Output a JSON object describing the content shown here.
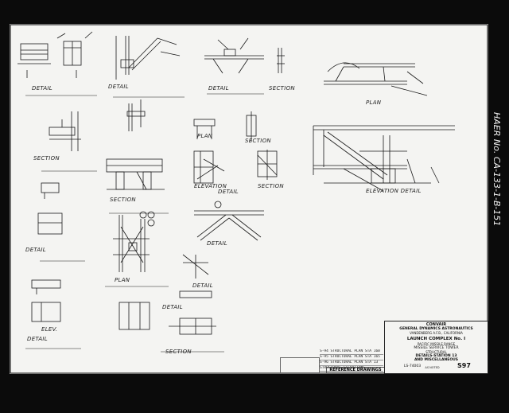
{
  "labels": {
    "detail_a": "DETAIL",
    "detail_1": "DETAIL",
    "section_b": "SECTION",
    "section_2": "SECTION",
    "plan_1": "PLAN",
    "plan_2": "PLAN",
    "section_3": "SECTION",
    "elevation_1": "ELEVATION",
    "detail_c": "DETAIL",
    "section_c": "SECTION",
    "elevation_detail": "ELEVATION DETAIL",
    "detail_4": "DETAIL",
    "detail_5": "DETAIL",
    "detail_6": "DETAIL",
    "plan_3": "PLAN",
    "elev": "ELEV.",
    "detail_7": "DETAIL",
    "detail_8": "DETAIL",
    "section_9": "SECTION"
  },
  "title_block": {
    "company_top": "CONVAIR",
    "company": "GENERAL DYNAMICS ASTRONAUTICS",
    "location": "VANDENBERG A.F.B., CALIFORNIA",
    "project": "LAUNCH COMPLEX No. I",
    "subtitle": "PACIFIC MISSILE RANGE",
    "structure": "MISSILE SERVICE TOWER",
    "discipline": "STRUCTURAL",
    "drawing_title_1": "DETAILS-STATION 13",
    "drawing_title_2": "AND MISCELLANEOUS",
    "drawing_no": "S97",
    "master_no": "LS-74003",
    "scale": "AS NOTED"
  },
  "revisions": [
    "S-94  STRUCTURAL PLAN STA 160",
    "S-95  STRUCTURAL PLAN STA 165",
    "S-96  STRUCTURAL PLAN STA 13",
    "      STRUCTURAL ELEVATIONS"
  ],
  "reference_label": "REFERENCE DRAWINGS",
  "haer_number": "HAER No. CA-133-1-B-151"
}
